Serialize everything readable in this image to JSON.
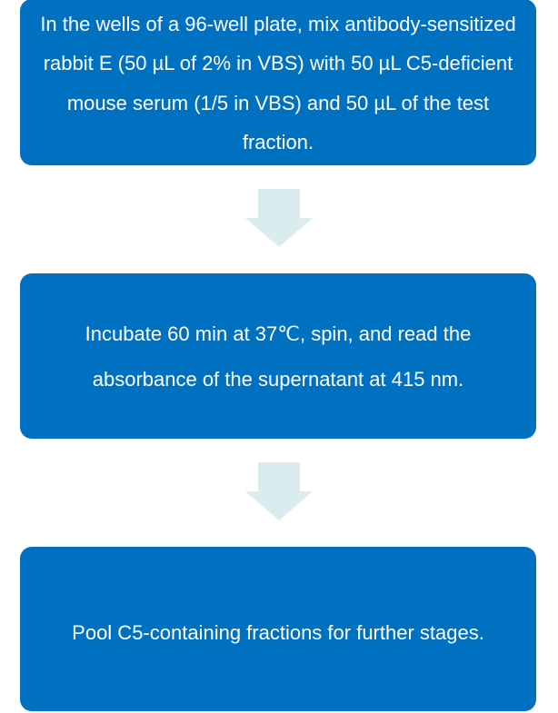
{
  "colors": {
    "box_fill": "#0070c0",
    "box_text": "#ffffff",
    "arrow_fill": "#dbecee",
    "background": "#ffffff"
  },
  "flowchart": {
    "steps": [
      {
        "text": "In the wells of a 96-well plate, mix antibody-sensitized rabbit E (50 µL of 2% in VBS) with 50 µL C5-deficient mouse serum (1/5 in VBS) and 50 µL of the test fraction."
      },
      {
        "text": "Incubate 60 min at 37℃, spin, and read the absorbance of the supernatant at 415 nm."
      },
      {
        "text": "Pool C5-containing fractions for further stages."
      }
    ],
    "connectors": [
      {
        "icon": "down-arrow-icon",
        "from": 0,
        "to": 1
      },
      {
        "icon": "down-arrow-icon",
        "from": 1,
        "to": 2
      }
    ]
  }
}
